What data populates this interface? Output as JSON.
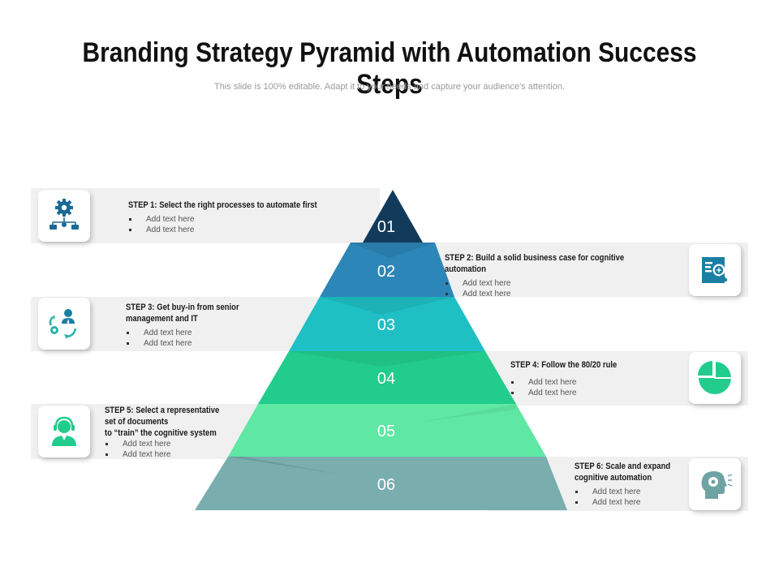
{
  "header": {
    "title": "Branding Strategy Pyramid with Automation Success Steps",
    "subtitle": "This slide is 100% editable. Adapt it to your needs and capture your audience's attention."
  },
  "pyramid": {
    "levels": [
      {
        "number": "01",
        "color": "#123a5a"
      },
      {
        "number": "02",
        "color": "#2d86b8"
      },
      {
        "number": "03",
        "color": "#1fc0c4"
      },
      {
        "number": "04",
        "color": "#22cc8c"
      },
      {
        "number": "05",
        "color": "#5ee8a4"
      },
      {
        "number": "06",
        "color": "#7aadad"
      }
    ]
  },
  "steps": [
    {
      "title": "STEP 1: Select the right processes  to automate first",
      "items": [
        "Add text here",
        "Add text here"
      ],
      "icon": "gear-flowchart-icon"
    },
    {
      "title": "STEP 2: Build a solid business case for cognitive automation",
      "items": [
        "Add text here",
        "Add text here"
      ],
      "icon": "document-search-icon"
    },
    {
      "title": "STEP 3: Get buy-in from senior\nmanagement and IT",
      "items": [
        "Add text here",
        "Add text here"
      ],
      "icon": "people-cycle-icon"
    },
    {
      "title": "STEP 4: Follow the 80/20 rule",
      "items": [
        "Add text here",
        "Add text here"
      ],
      "icon": "pie-chart-icon"
    },
    {
      "title": "STEP 5: Select a representative\nset of documents\nto “train” the cognitive system",
      "items": [
        "Add text here",
        "Add text here"
      ],
      "icon": "support-agent-icon"
    },
    {
      "title": "STEP 6: Scale and expand\ncognitive automation",
      "items": [
        "Add text here",
        "Add text here"
      ],
      "icon": "head-gear-icon"
    }
  ],
  "colors": {
    "band": "#f0f0f0",
    "icon_primary": "#1a7fa3",
    "icon_teal": "#2bb3a8",
    "icon_green": "#22cc8c",
    "icon_gray": "#6fa3a3"
  }
}
